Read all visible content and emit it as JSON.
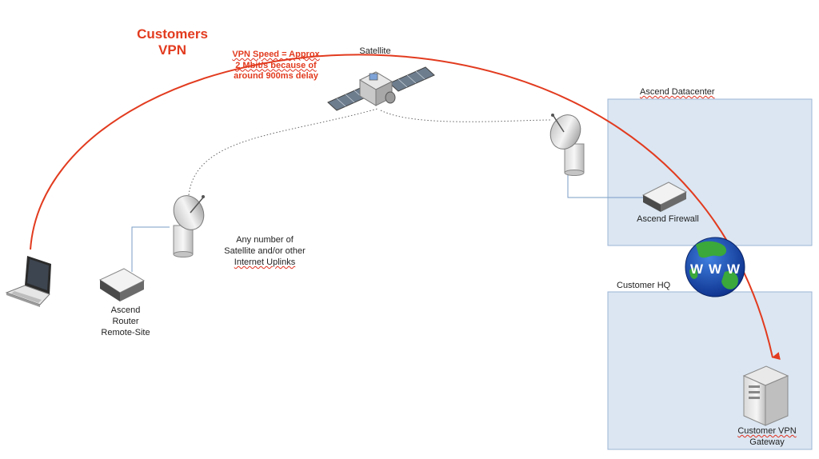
{
  "vpn": {
    "title_line1": "Customers",
    "title_line2": "VPN",
    "speed_line1": "VPN Speed = Approx",
    "speed_line2": "2 Mbit/s because of",
    "speed_line3": "around 900ms delay",
    "color": "#e23b1f"
  },
  "satellite": {
    "label": "Satellite"
  },
  "uplinks": {
    "line1": "Any number of",
    "line2": "Satellite and/or other",
    "line3": "Internet Uplinks"
  },
  "remote_router": {
    "line1": "Ascend",
    "line2": "Router",
    "line3": "Remote-Site"
  },
  "datacenter": {
    "title": "Ascend Datacenter",
    "firewall_label": "Ascend Firewall",
    "fill": "#dbe6f2",
    "border": "#9bb5d4"
  },
  "customer_hq": {
    "title": "Customer HQ",
    "gateway_line1": "Customer VPN",
    "gateway_line2": "Gateway",
    "fill": "#dbe6f2",
    "border": "#9bb5d4"
  },
  "www": {
    "l1": "W",
    "l2": "W",
    "l3": "W"
  },
  "icons": {
    "laptop": "laptop-icon",
    "router": "router-icon",
    "dish": "satellite-dish-icon",
    "satellite": "satellite-icon",
    "firewall": "firewall-icon",
    "globe": "globe-icon",
    "server": "server-icon"
  }
}
